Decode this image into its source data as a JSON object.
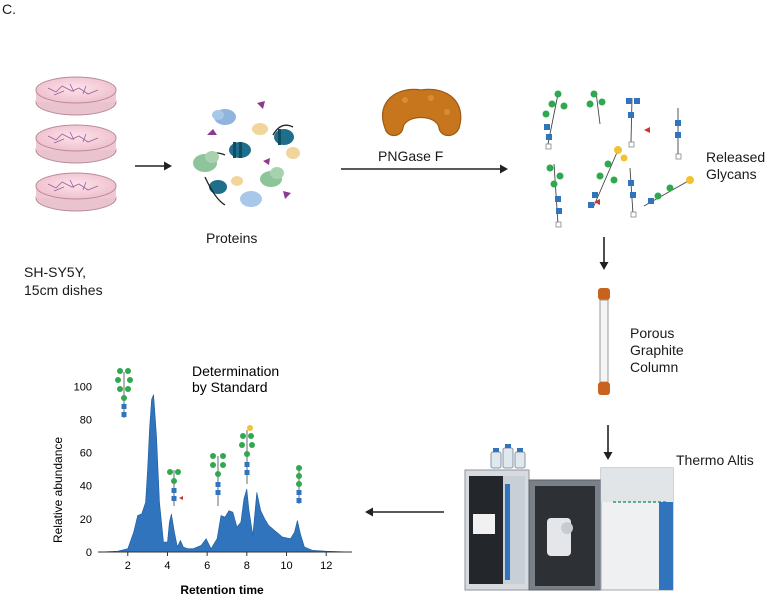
{
  "panel_label": "C.",
  "steps": {
    "cells_label_line1": "SH-SY5Y,",
    "cells_label_line2": "15cm dishes",
    "proteins_label": "Proteins",
    "enzyme_label": "PNGase F",
    "glycans_label_line1": "Released",
    "glycans_label_line2": "Glycans",
    "column_label_line1": "Porous",
    "column_label_line2": "Graphite",
    "column_label_line3": "Column",
    "instrument_label": "Thermo Altis"
  },
  "chart_data": {
    "type": "area",
    "title_line1": "Determination",
    "title_line2": "by Standard",
    "xlabel": "Retention time",
    "ylabel": "Relative abundance",
    "xlim": [
      0.5,
      13.3
    ],
    "ylim": [
      0,
      105
    ],
    "xticks": [
      "2",
      "4",
      "6",
      "8",
      "10",
      "12"
    ],
    "yticks": [
      "0",
      "20",
      "40",
      "60",
      "80",
      "100"
    ],
    "color": "#2f74bd",
    "x": [
      0.5,
      1.5,
      2.0,
      2.3,
      2.5,
      2.7,
      2.9,
      3.0,
      3.1,
      3.2,
      3.3,
      3.45,
      3.6,
      3.8,
      4.0,
      4.1,
      4.2,
      4.35,
      4.5,
      4.65,
      4.8,
      5.0,
      5.3,
      5.7,
      5.95,
      6.2,
      6.5,
      6.7,
      6.9,
      7.1,
      7.3,
      7.5,
      7.7,
      7.85,
      8.0,
      8.1,
      8.3,
      8.5,
      8.7,
      8.9,
      9.1,
      9.4,
      9.8,
      10.2,
      10.4,
      10.55,
      10.7,
      10.9,
      11.3,
      12.0,
      13.3
    ],
    "y": [
      0,
      0.5,
      2,
      12,
      22,
      23,
      30,
      50,
      75,
      92,
      95,
      70,
      30,
      6,
      6,
      18,
      23,
      12,
      3,
      7,
      3,
      2,
      2,
      4,
      8,
      2,
      8,
      22,
      21,
      25,
      24,
      15,
      18,
      32,
      38,
      26,
      10,
      36,
      25,
      20,
      16,
      13,
      9,
      8,
      12,
      19,
      11,
      3,
      1,
      0.5,
      0
    ]
  }
}
